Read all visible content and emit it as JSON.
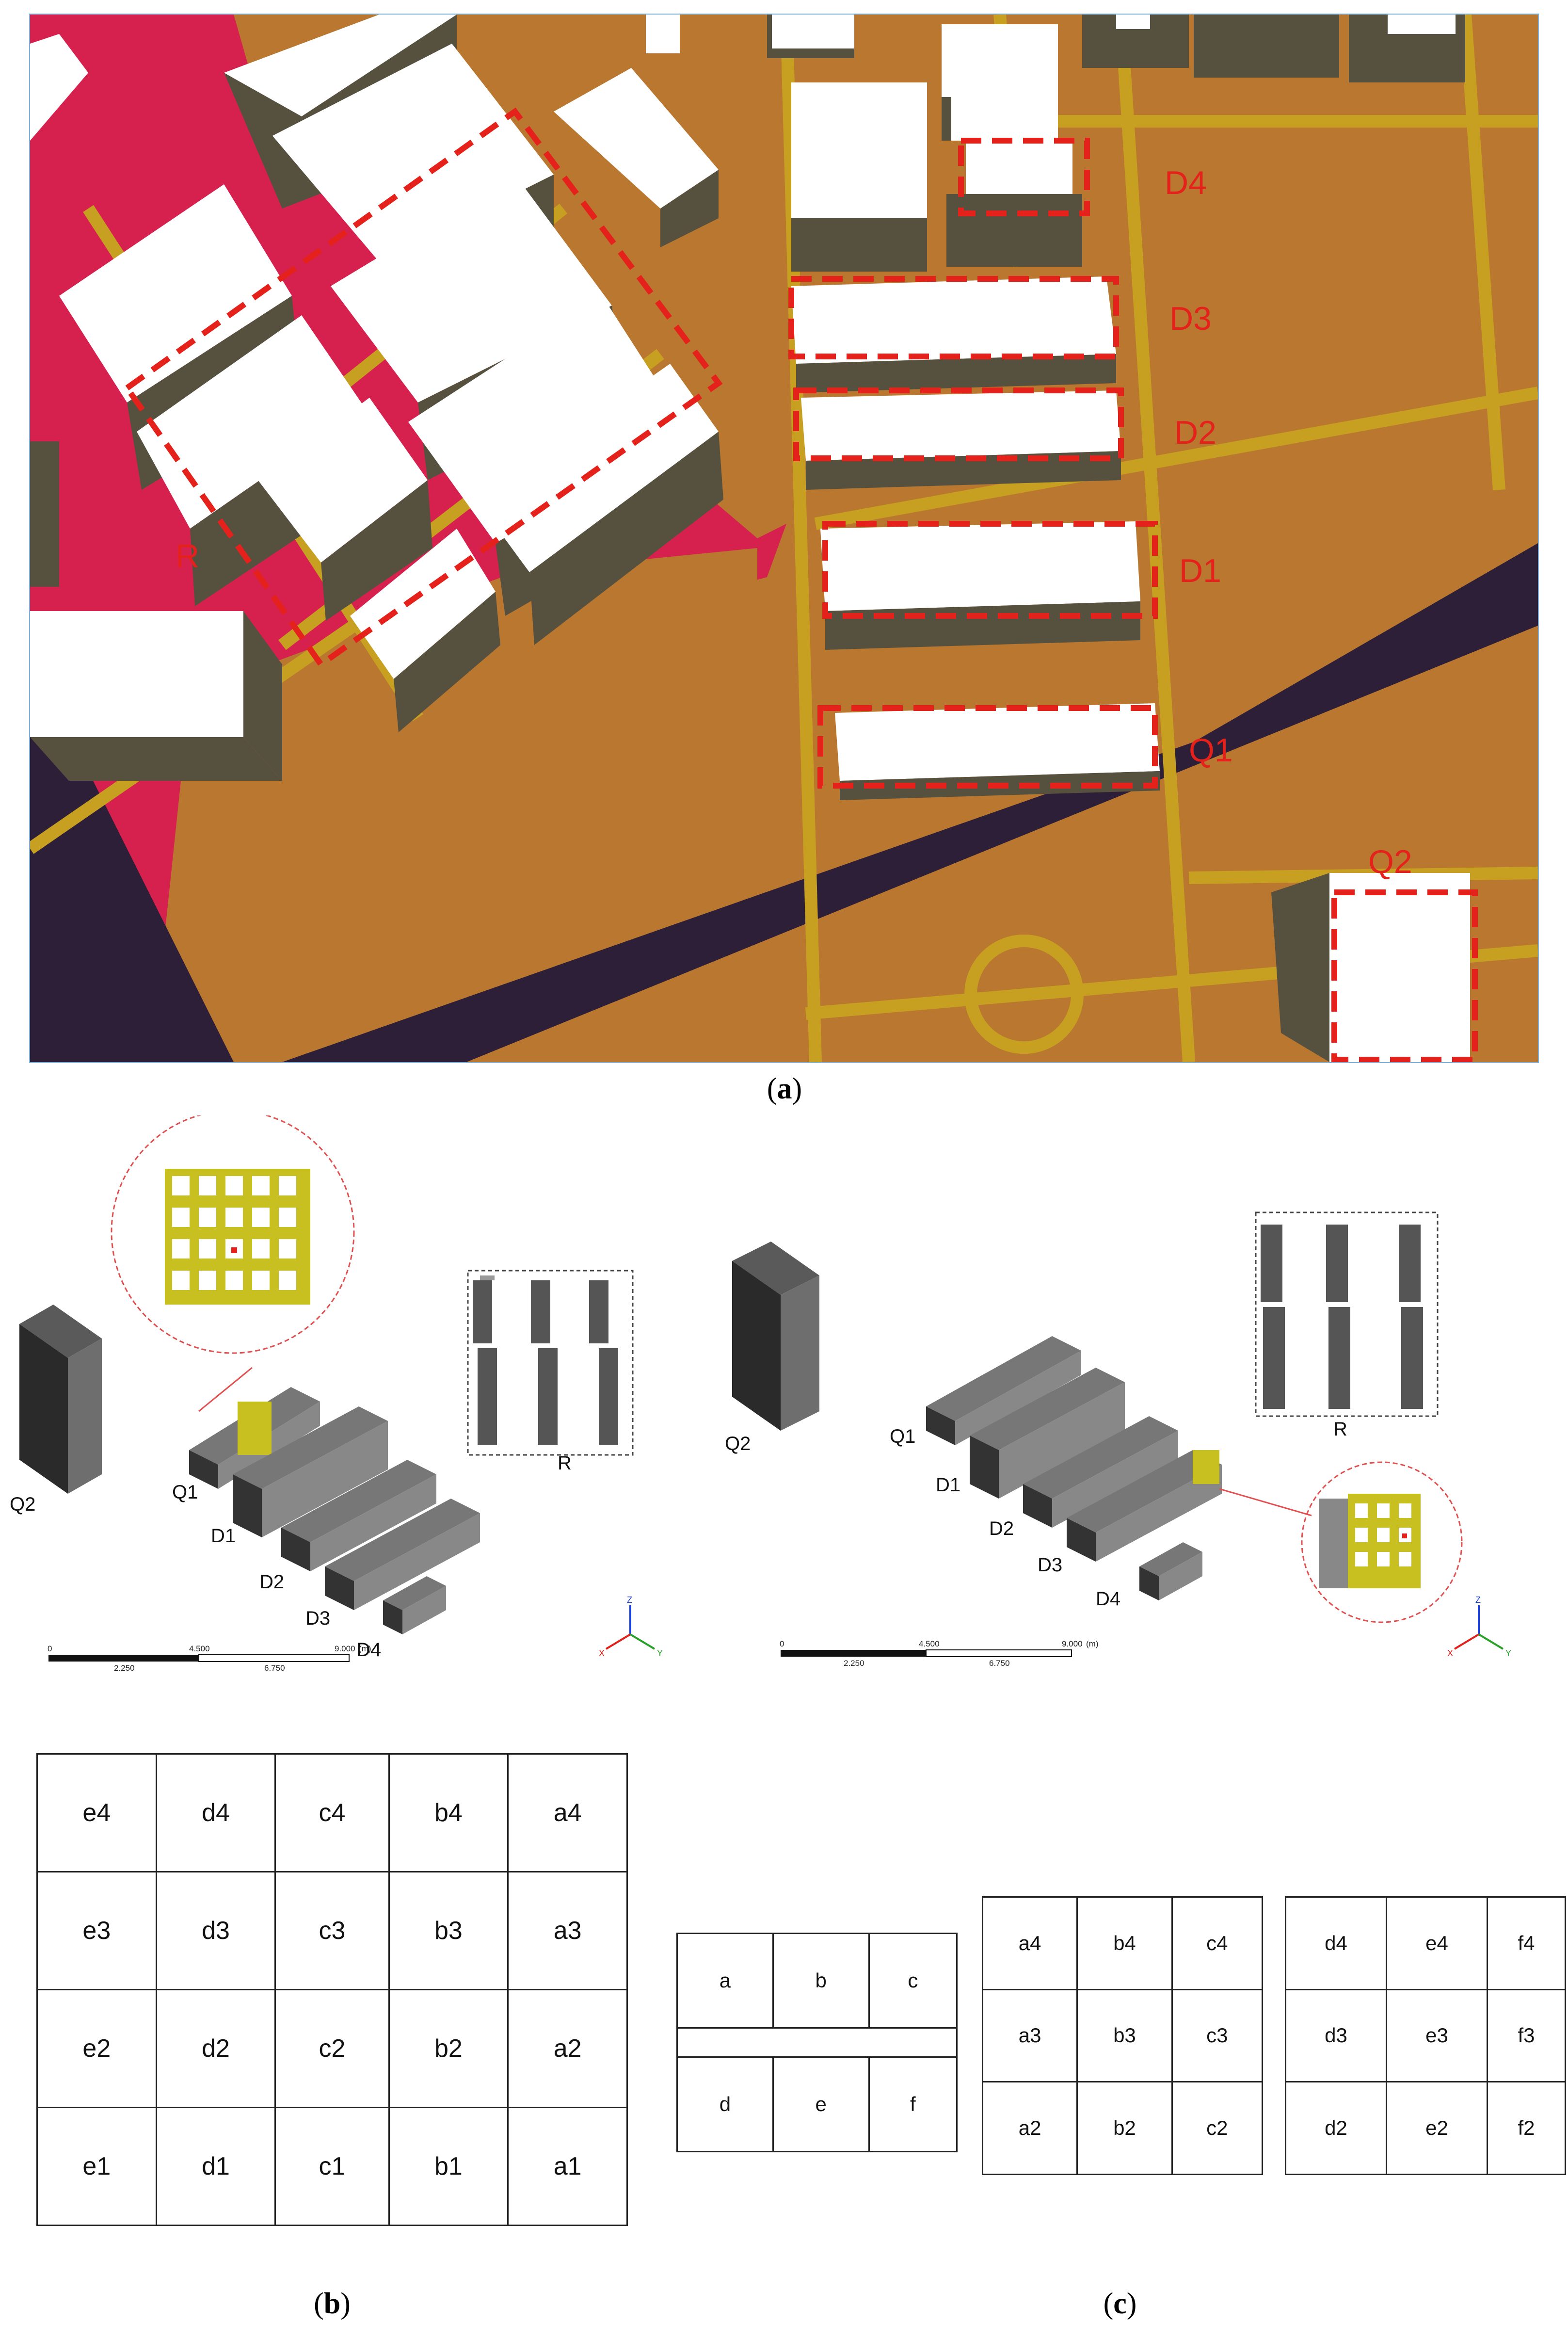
{
  "panel_a": {
    "labels": {
      "D4": "D4",
      "D3": "D3",
      "D2": "D2",
      "D1": "D1",
      "Q1": "Q1",
      "Q2": "Q2",
      "R": "R"
    },
    "colors": {
      "ground": "#b9772f",
      "road": "#c8a021",
      "plaza": "#d6214e",
      "highway": "#2e1f38",
      "roof": "#ffffff",
      "wall": "#56513f",
      "highlight": "#e5211b"
    }
  },
  "panel_b": {
    "labels": {
      "Q2": "Q2",
      "Q1": "Q1",
      "D1": "D1",
      "D2": "D2",
      "D3": "D3",
      "D4": "D4",
      "R": "R"
    },
    "scale": {
      "t0": "0",
      "t1": "4.500",
      "t2": "9.000",
      "unit": "(m)",
      "b1": "2.250",
      "b2": "6.750"
    },
    "axes": {
      "z": "Z",
      "x": "X",
      "y": "Y"
    }
  },
  "panel_c": {
    "labels": {
      "Q2": "Q2",
      "Q1": "Q1",
      "D1": "D1",
      "D2": "D2",
      "D3": "D3",
      "D4": "D4",
      "R": "R"
    },
    "scale": {
      "t0": "0",
      "t1": "4.500",
      "t2": "9.000",
      "unit": "(m)",
      "b1": "2.250",
      "b2": "6.750"
    },
    "axes": {
      "z": "Z",
      "x": "X",
      "y": "Y"
    }
  },
  "grid_b": [
    [
      "e4",
      "d4",
      "c4",
      "b4",
      "a4"
    ],
    [
      "e3",
      "d3",
      "c3",
      "b3",
      "a3"
    ],
    [
      "e2",
      "d2",
      "c2",
      "b2",
      "a2"
    ],
    [
      "e1",
      "d1",
      "c1",
      "b1",
      "a1"
    ]
  ],
  "grid_c_key": [
    [
      "a",
      "b",
      "c"
    ],
    [
      "d",
      "e",
      "f"
    ]
  ],
  "grid_c_left": [
    [
      "a4",
      "b4",
      "c4"
    ],
    [
      "a3",
      "b3",
      "c3"
    ],
    [
      "a2",
      "b2",
      "c2"
    ]
  ],
  "grid_c_right": [
    [
      "d4",
      "e4",
      "f4"
    ],
    [
      "d3",
      "e3",
      "f3"
    ],
    [
      "d2",
      "e2",
      "f2"
    ]
  ],
  "captions": {
    "a": "a",
    "b": "b",
    "c": "c"
  }
}
